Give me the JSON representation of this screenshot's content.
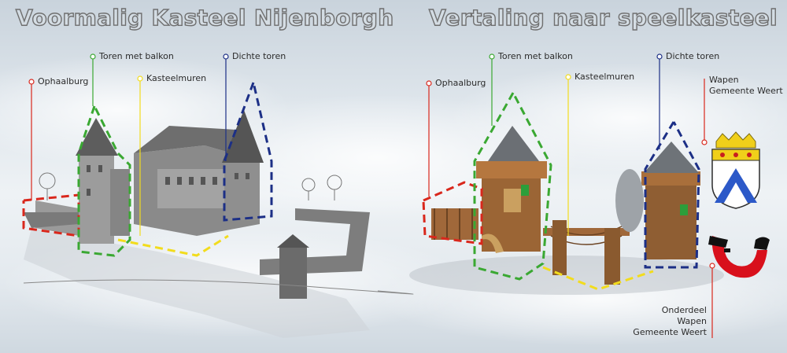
{
  "left_panel": {
    "title": "Voormalig Kasteel Nijenborgh",
    "labels": {
      "ophaalburg": "Ophaalburg",
      "toren_met_balkon": "Toren met balkon",
      "kasteelmuren": "Kasteelmuren",
      "dichte_toren": "Dichte toren"
    }
  },
  "right_panel": {
    "title": "Vertaling naar speelkasteel",
    "labels": {
      "ophaalburg": "Ophaalburg",
      "toren_met_balkon": "Toren met balkon",
      "kasteelmuren": "Kasteelmuren",
      "dichte_toren": "Dichte toren",
      "wapen": "Wapen\nGemeente Weert",
      "onderdeel_wapen": "Onderdeel\nWapen\nGemeente Weert"
    }
  },
  "colors": {
    "ophaalburg": "#d9271c",
    "toren_met_balkon": "#3aa832",
    "kasteelmuren": "#f2dc1d",
    "dichte_toren": "#1c2f86"
  },
  "icons": {
    "coat_of_arms": "shield-icon",
    "horn": "hunting-horn-icon"
  }
}
